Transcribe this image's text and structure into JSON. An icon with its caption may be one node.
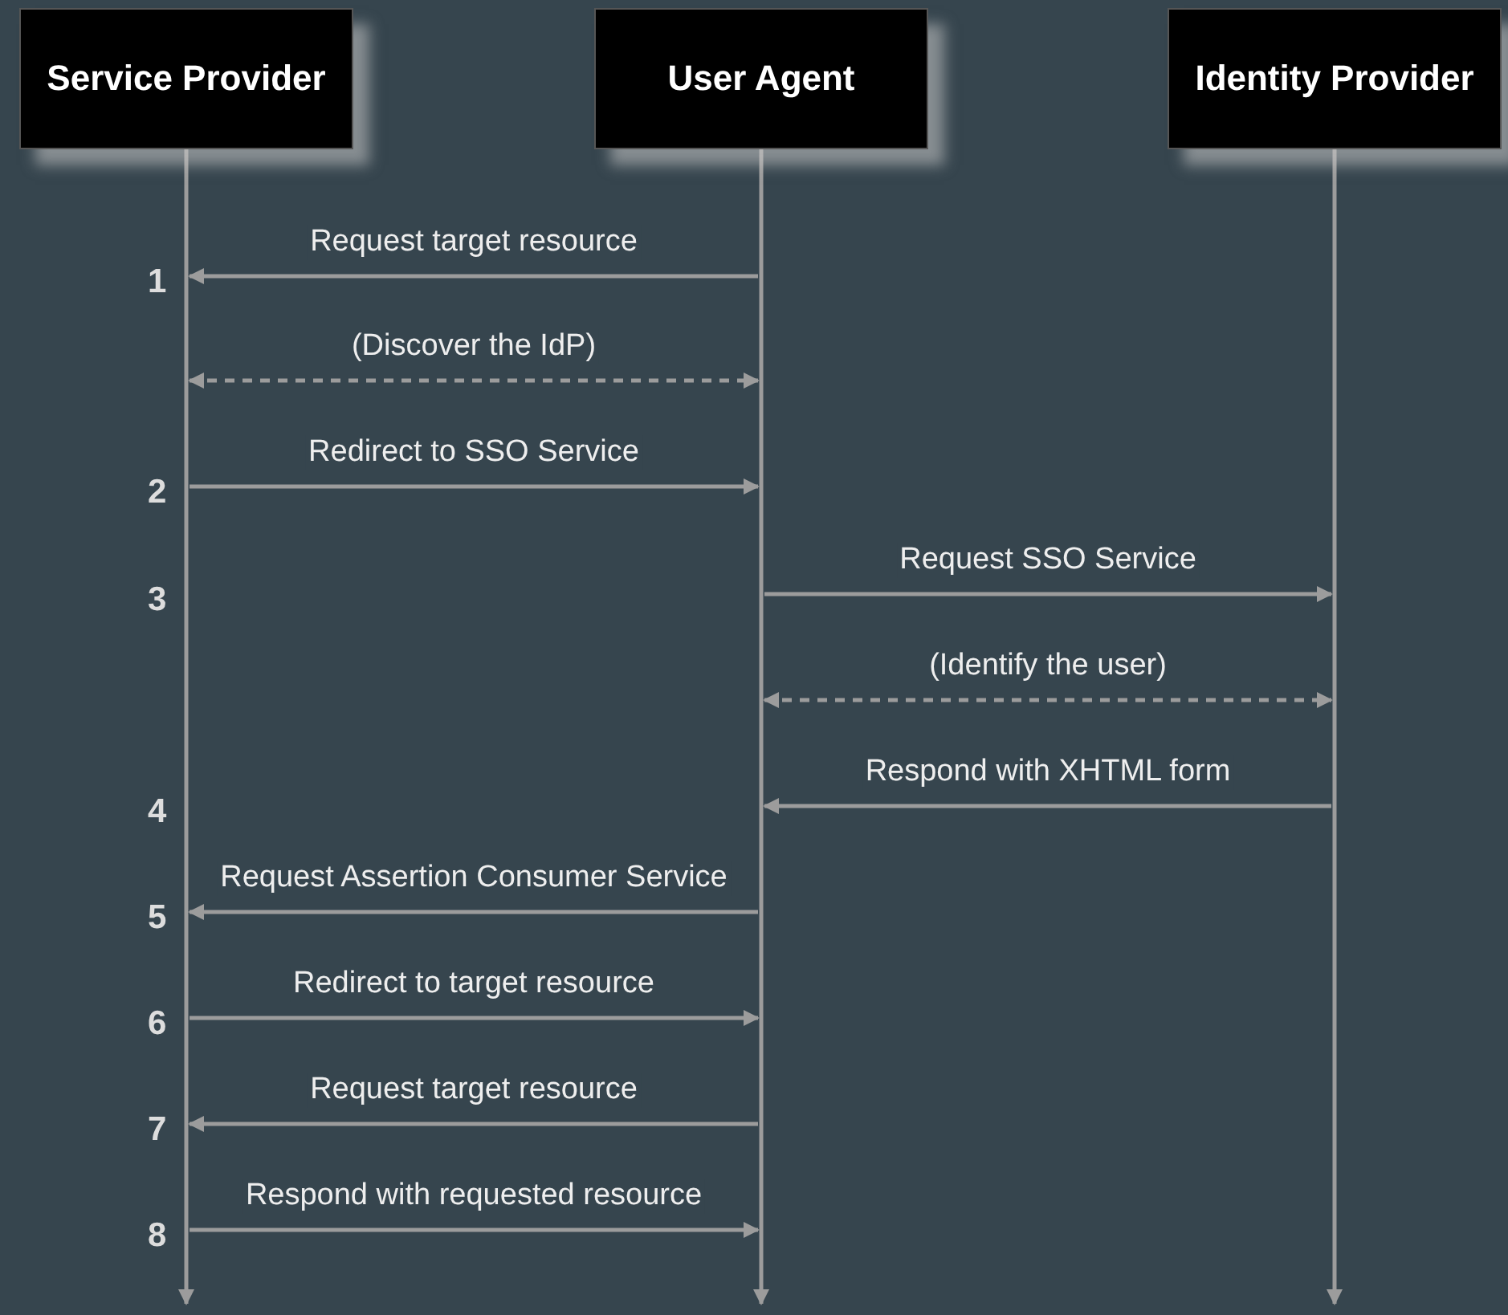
{
  "diagram": {
    "nodes": [
      {
        "text": [
          "Service Provider"
        ]
      },
      {
        "text": [
          "User Agent"
        ]
      },
      {
        "text": [
          "Identity Provider"
        ]
      }
    ],
    "edges": [
      {
        "from": 1,
        "to": 0,
        "arrow": "to",
        "label": "Request target resource"
      },
      {
        "from": 0,
        "to": 1,
        "arrow": "both",
        "label": "(Discover the IdP)",
        "style": "dashed"
      },
      {
        "from": 0,
        "to": 1,
        "arrow": "to",
        "label": "Redirect to SSO Service"
      },
      {
        "from": 1,
        "to": 2,
        "arrow": "to",
        "label": "Request SSO Service"
      },
      {
        "from": 1,
        "to": 2,
        "arrow": "both",
        "label": "(Identify the user)",
        "style": "dashed"
      },
      {
        "from": 2,
        "to": 1,
        "arrow": "to",
        "label": "Respond with XHTML form"
      },
      {
        "from": 1,
        "to": 0,
        "arrow": "to",
        "label": "Request Assertion Consumer Service"
      },
      {
        "from": 0,
        "to": 1,
        "arrow": "to",
        "label": "Redirect to target resource"
      },
      {
        "from": 1,
        "to": 0,
        "arrow": "to",
        "label": "Request target resource"
      },
      {
        "from": 0,
        "to": 1,
        "arrow": "to",
        "label": "Respond with requested resource"
      }
    ],
    "labels": [
      "1",
      "2",
      "3",
      "4",
      "5",
      "6",
      "7",
      "8"
    ]
  }
}
